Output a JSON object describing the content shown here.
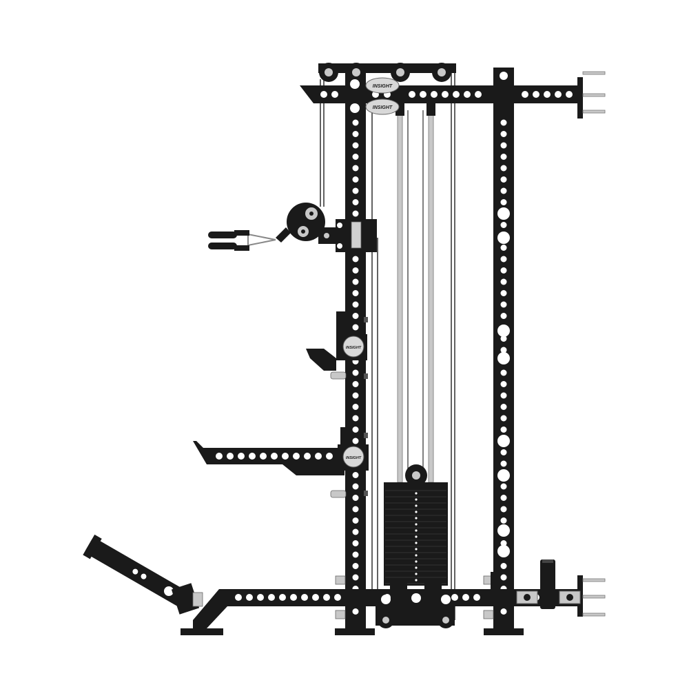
{
  "product": {
    "brand_top_pulley": "INSIGHT",
    "brand_weight_cover": "INSIGHT",
    "brand_jcup_upper": "INSIGHT",
    "brand_jcup_lower": "INSIGHT"
  },
  "colors": {
    "frame": "#1a1a1a",
    "hole": "#ffffff",
    "steel": "#c8c8c8",
    "steel_dark": "#8a8a8a",
    "cable": "#3a3a3a",
    "background": "#ffffff"
  },
  "icons": {
    "pulley": "pulley-icon",
    "handle": "handle-icon",
    "weight_stack": "weight-stack-icon",
    "landmine": "landmine-icon",
    "j_cup": "j-cup-icon",
    "spotter_arm": "spotter-arm-icon"
  }
}
